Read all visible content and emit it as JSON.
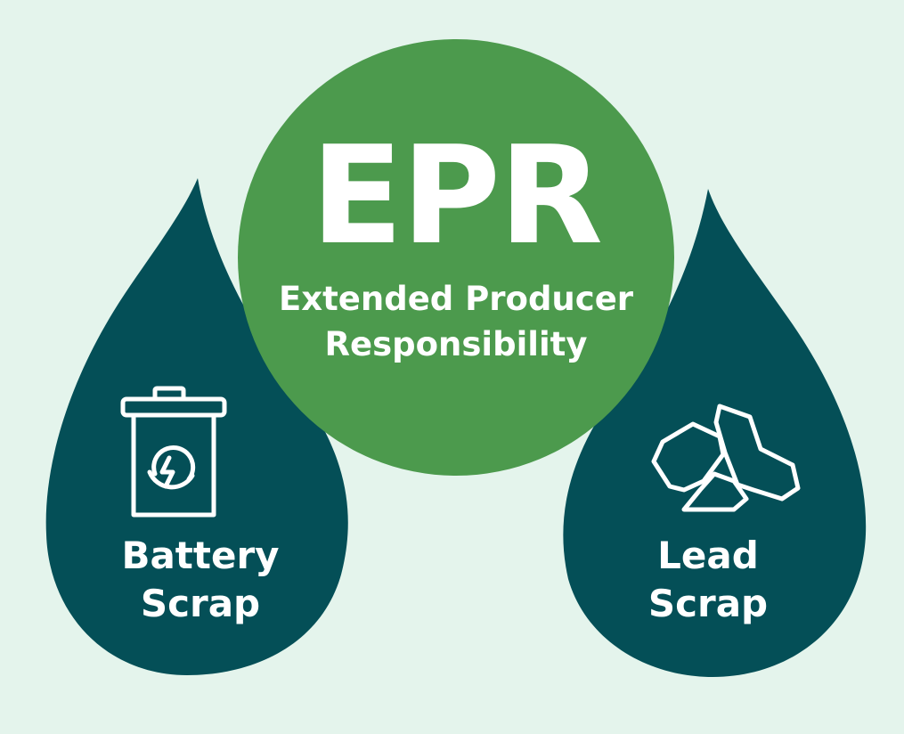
{
  "colors": {
    "background": "#e4f4ec",
    "circle": "#4c9a4d",
    "drop": "#044f57",
    "text": "#ffffff"
  },
  "center": {
    "title": "EPR",
    "subtitle_line1": "Extended Producer",
    "subtitle_line2": "Responsibility"
  },
  "left_drop": {
    "icon": "battery-icon",
    "label_line1": "Battery",
    "label_line2": "Scrap"
  },
  "right_drop": {
    "icon": "lead-scrap-icon",
    "label_line1": "Lead",
    "label_line2": "Scrap"
  }
}
